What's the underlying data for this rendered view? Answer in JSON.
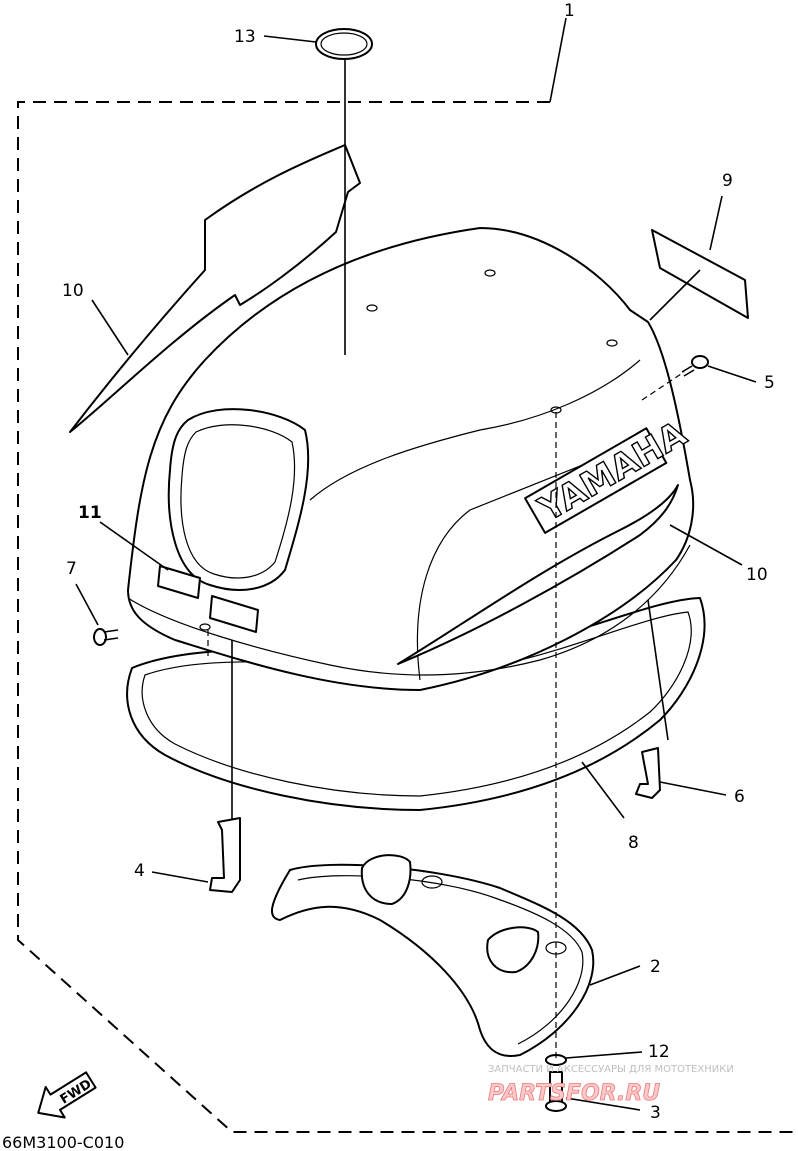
{
  "diagram": {
    "code": "66M3100-C010",
    "fwd_label": "FWD",
    "brand_text": "YAMAHA",
    "callouts": [
      {
        "id": "c1",
        "num": "1"
      },
      {
        "id": "c2",
        "num": "2"
      },
      {
        "id": "c3",
        "num": "3"
      },
      {
        "id": "c4",
        "num": "4"
      },
      {
        "id": "c5",
        "num": "5"
      },
      {
        "id": "c6",
        "num": "6"
      },
      {
        "id": "c7",
        "num": "7"
      },
      {
        "id": "c8",
        "num": "8"
      },
      {
        "id": "c9",
        "num": "9"
      },
      {
        "id": "c10a",
        "num": "10"
      },
      {
        "id": "c10b",
        "num": "10"
      },
      {
        "id": "c11",
        "num": "11"
      },
      {
        "id": "c12",
        "num": "12"
      },
      {
        "id": "c13",
        "num": "13"
      }
    ],
    "watermark": {
      "line1": "ЗАПЧАСТИ И АКСЕССУАРЫ ДЛЯ МОТОТЕХНИКИ",
      "line2": "PARTSFOR.RU"
    }
  }
}
